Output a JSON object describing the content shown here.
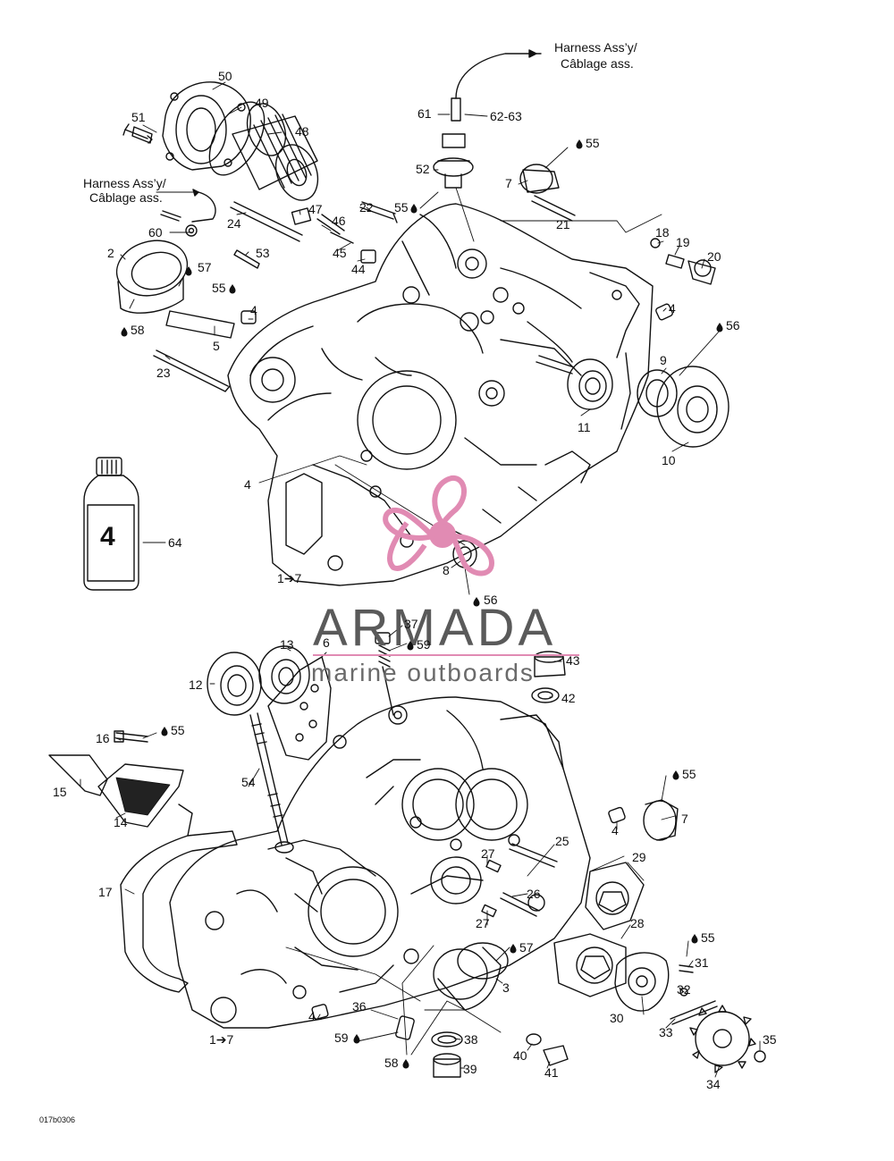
{
  "diagram": {
    "harness_top": [
      "Harness Ass’y/",
      "Câblage ass."
    ],
    "harness_left": [
      "Harness Ass’y/",
      "Câblage ass."
    ],
    "ref_code": "017b0306",
    "bottle_text": "4",
    "range_top": "1➔7",
    "range_bottom": "1➔7",
    "drop_icon": "drop-icon",
    "watermark": {
      "brand": "ARMADA",
      "tagline": "marine outboards",
      "color": "#e18bb3"
    },
    "labels": {
      "l50": "50",
      "l49": "49",
      "l51": "51",
      "l48": "48",
      "l47": "47",
      "l46": "46",
      "l45": "45",
      "l44": "44",
      "l22": "22",
      "l24": "24",
      "l60": "60",
      "l53": "53",
      "l55a": "55",
      "l2": "2",
      "l57a": "57",
      "l58a": "58",
      "l4a": "4",
      "l5": "5",
      "l23": "23",
      "l61": "61",
      "l6263": "62-63",
      "l52": "52",
      "l55b": "55",
      "l7a": "7",
      "l55c": "55",
      "l21": "21",
      "l18": "18",
      "l19": "19",
      "l20": "20",
      "l4b": "4",
      "l56a": "56",
      "l9": "9",
      "l11": "11",
      "l10": "10",
      "l4c": "4",
      "l64": "64",
      "l8": "8",
      "l56b": "56",
      "l37": "37",
      "l59a": "59",
      "l6": "6",
      "l13": "13",
      "l12": "12",
      "l43": "43",
      "l42": "42",
      "l16": "16",
      "l55d": "55",
      "l15": "15",
      "l14": "14",
      "l54": "54",
      "l17": "17",
      "l55e": "55",
      "l7b": "7",
      "l4d": "4",
      "l25": "25",
      "l29": "29",
      "l27a": "27",
      "l26": "26",
      "l27b": "27",
      "l28": "28",
      "l57b": "57",
      "l3": "3",
      "l55f": "55",
      "l31": "31",
      "l32": "32",
      "l30": "30",
      "l33": "33",
      "l36": "36",
      "l4e": "4",
      "l59b": "59",
      "l38": "38",
      "l40": "40",
      "l41": "41",
      "l58b": "58",
      "l39": "39",
      "l35": "35",
      "l34": "34"
    }
  }
}
